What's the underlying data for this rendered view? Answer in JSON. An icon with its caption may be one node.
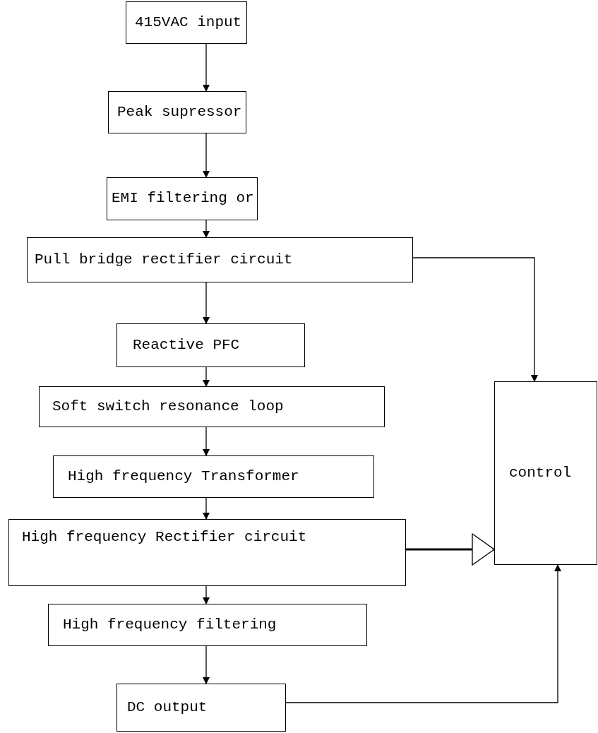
{
  "diagram": {
    "nodes": [
      {
        "text": [
          "415VAC input"
        ]
      },
      {
        "text": [
          "Peak supressor"
        ]
      },
      {
        "text": [
          "EMI filtering or"
        ]
      },
      {
        "text": [
          "Pull bridge rectifier circuit"
        ]
      },
      {
        "text": [
          "Reactive PFC"
        ]
      },
      {
        "text": [
          "Soft switch resonance loop"
        ]
      },
      {
        "text": [
          "High frequency Transformer"
        ]
      },
      {
        "text": [
          "High frequency Rectifier circuit"
        ]
      },
      {
        "text": [
          "High frequency filtering"
        ]
      },
      {
        "text": [
          "DC output"
        ]
      },
      {
        "text": [
          "control"
        ]
      }
    ],
    "edges": [
      {
        "from": 0,
        "to": 1,
        "arrow": "to"
      },
      {
        "from": 1,
        "to": 2,
        "arrow": "to"
      },
      {
        "from": 2,
        "to": 3,
        "arrow": "to"
      },
      {
        "from": 3,
        "to": 4,
        "arrow": "to"
      },
      {
        "from": 4,
        "to": 5,
        "arrow": "to"
      },
      {
        "from": 5,
        "to": 6,
        "arrow": "to"
      },
      {
        "from": 6,
        "to": 7,
        "arrow": "to"
      },
      {
        "from": 7,
        "to": 8,
        "arrow": "to"
      },
      {
        "from": 8,
        "to": 9,
        "arrow": "to"
      },
      {
        "from": 3,
        "to": 10,
        "arrow": "to"
      },
      {
        "from": 7,
        "to": 10,
        "arrow": "to",
        "style": "thick"
      },
      {
        "from": 9,
        "to": 10,
        "arrow": "to"
      }
    ]
  }
}
